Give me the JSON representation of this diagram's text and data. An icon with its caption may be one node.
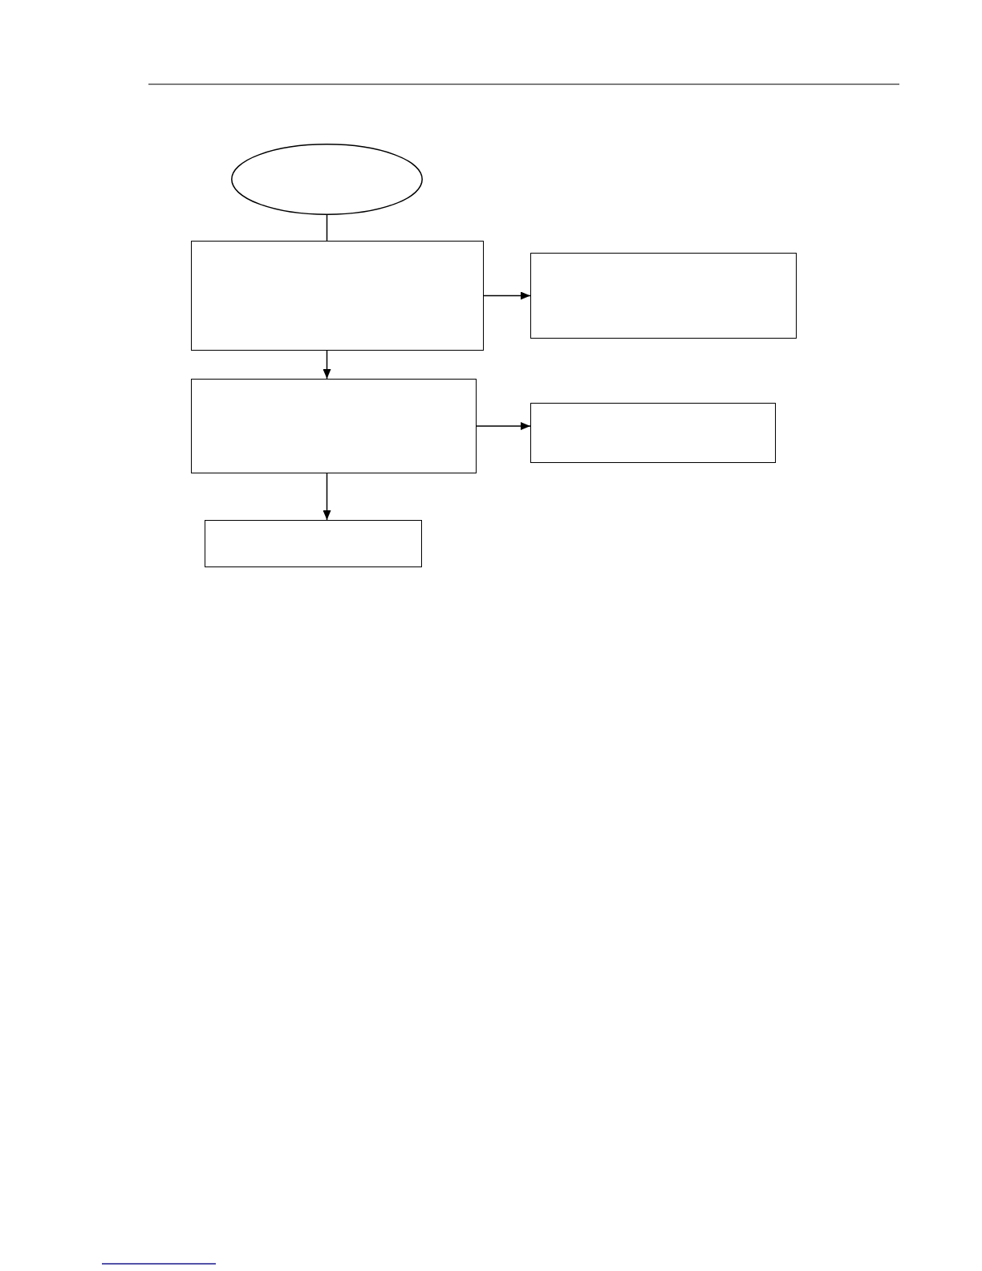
{
  "diagram": {
    "nodes": [
      {
        "text": [],
        "shape": "ellipse"
      },
      {
        "text": [],
        "shape": "box"
      },
      {
        "text": [],
        "shape": "box"
      },
      {
        "text": [],
        "shape": "box"
      },
      {
        "text": [],
        "shape": "box"
      },
      {
        "text": [],
        "shape": "box"
      }
    ],
    "edges": [
      {
        "from": 0,
        "to": 1,
        "arrow": "none"
      },
      {
        "from": 1,
        "to": 2,
        "arrow": "to"
      },
      {
        "from": 1,
        "to": 3,
        "arrow": "to"
      },
      {
        "from": 3,
        "to": 4,
        "arrow": "to"
      },
      {
        "from": 3,
        "to": 5,
        "arrow": "to"
      }
    ]
  }
}
